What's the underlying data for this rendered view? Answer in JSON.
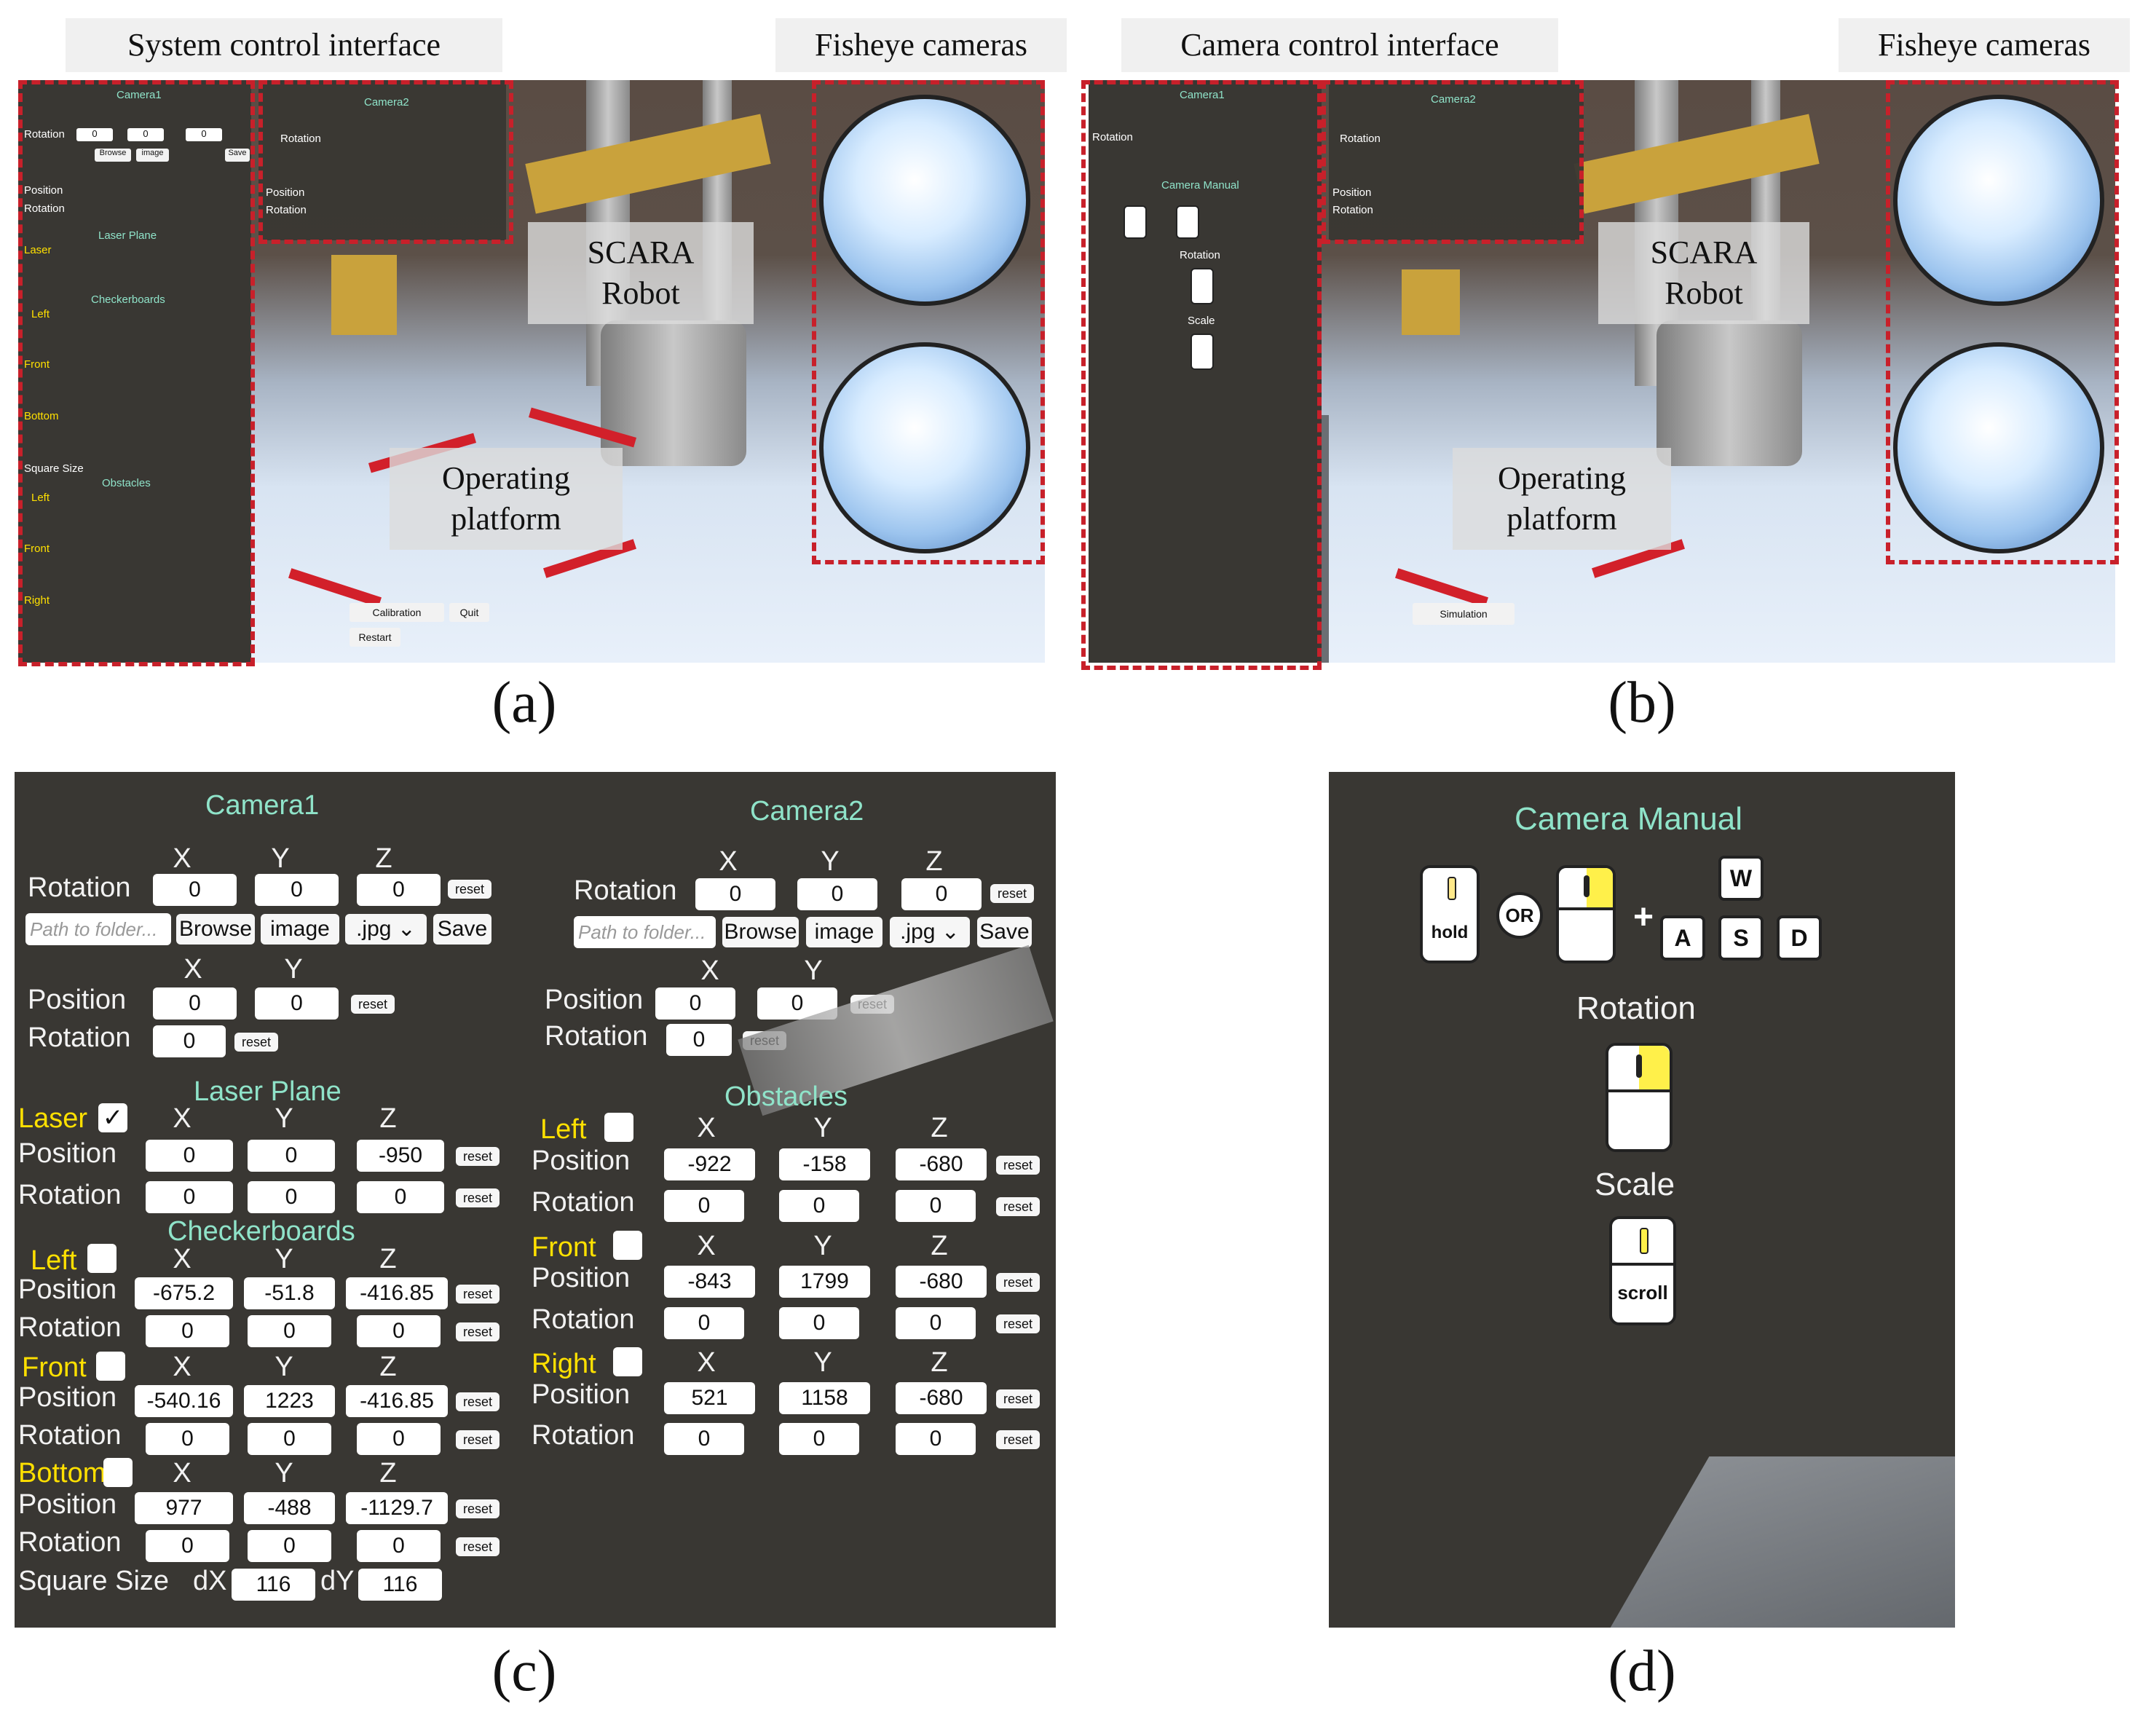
{
  "captions": {
    "a": "(a)",
    "b": "(b)",
    "c": "(c)",
    "d": "(d)"
  },
  "labels": {
    "system_control": "System control interface",
    "camera_control": "Camera control interface",
    "fisheye": "Fisheye cameras",
    "scara": "SCARA Robot",
    "platform": "Operating platform"
  },
  "axes": {
    "x": "X",
    "y": "Y",
    "z": "Z"
  },
  "ui": {
    "camera1": "Camera1",
    "camera2": "Camera2",
    "rotation": "Rotation",
    "position": "Position",
    "path_placeholder": "Path to folder...",
    "browse": "Browse",
    "image": "image",
    "ext": ".jpg",
    "save": "Save",
    "reset": "reset",
    "laser_plane": "Laser Plane",
    "laser": "Laser",
    "checkboards": "Checkerboards",
    "left": "Left",
    "front": "Front",
    "bottom": "Bottom",
    "right": "Right",
    "obstacles": "Obstacles",
    "square_size": "Square Size",
    "dx": "dX",
    "dy": "dY",
    "calibration": "Calibration",
    "quit": "Quit",
    "restart": "Restart",
    "simulation": "Simulation",
    "camera_manual": "Camera Manual",
    "scale": "Scale",
    "hold": "hold",
    "or": "OR",
    "plus": "+",
    "scroll": "scroll",
    "keys": [
      "W",
      "A",
      "S",
      "D"
    ]
  },
  "values": {
    "camera1_rotation": [
      "0",
      "0",
      "0"
    ],
    "camera1_position": [
      "0",
      "0"
    ],
    "camera1_rot2": "0",
    "camera2_rotation": [
      "0",
      "0",
      "0"
    ],
    "camera2_position": [
      "0",
      "0"
    ],
    "camera2_rot2": "0",
    "laser_position": [
      "0",
      "0",
      "-950"
    ],
    "laser_rotation": [
      "0",
      "0",
      "0"
    ],
    "cb_left_position": [
      "-675.2",
      "-51.8",
      "-416.85"
    ],
    "cb_left_rotation": [
      "0",
      "0",
      "0"
    ],
    "cb_front_position": [
      "-540.16",
      "1223",
      "-416.85"
    ],
    "cb_front_rotation": [
      "0",
      "0",
      "0"
    ],
    "cb_bottom_position": [
      "977",
      "-488",
      "-1129.7"
    ],
    "cb_bottom_rotation": [
      "0",
      "0",
      "0"
    ],
    "square_dx": "116",
    "square_dy": "116",
    "ob_left_position": [
      "-922",
      "-158",
      "-680"
    ],
    "ob_left_rotation": [
      "0",
      "0",
      "0"
    ],
    "ob_front_position": [
      "-843",
      "1799",
      "-680"
    ],
    "ob_front_rotation": [
      "0",
      "0",
      "0"
    ],
    "ob_right_position": [
      "521",
      "1158",
      "-680"
    ],
    "ob_right_rotation": [
      "0",
      "0",
      "0"
    ]
  },
  "colors": {
    "accent_teal": "#8fe3c9",
    "highlight_yellow": "#ffe000",
    "dash_red": "#c8202a",
    "panel_bg": "#393733"
  }
}
